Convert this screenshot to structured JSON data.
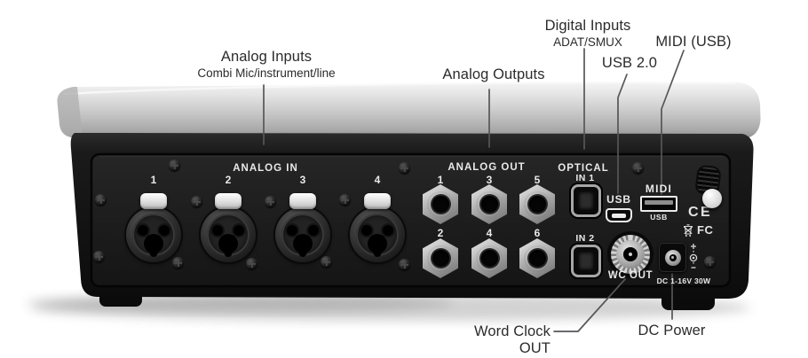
{
  "annotations": {
    "analog_inputs": {
      "title": "Analog Inputs",
      "subtitle": "Combi Mic/instrument/line"
    },
    "analog_outputs": {
      "title": "Analog Outputs"
    },
    "digital_inputs": {
      "title": "Digital Inputs",
      "subtitle": "ADAT/SMUX"
    },
    "usb2": {
      "title": "USB 2.0"
    },
    "midi_usb": {
      "title": "MIDI (USB)"
    },
    "word_clock_out": {
      "title": "Word Clock OUT"
    },
    "dc_power": {
      "title": "DC Power"
    }
  },
  "panel": {
    "analog_in": {
      "heading": "ANALOG IN",
      "jack_numbers": [
        "1",
        "2",
        "3",
        "4"
      ]
    },
    "analog_out": {
      "heading": "ANALOG OUT",
      "row1_numbers": [
        "1",
        "3",
        "5"
      ],
      "row2_numbers": [
        "2",
        "4",
        "6"
      ]
    },
    "optical": {
      "heading": "OPTICAL",
      "in1_label": "IN 1",
      "in2_label": "IN 2"
    },
    "usb_mini": {
      "label": "USB"
    },
    "midi": {
      "label": "MIDI",
      "sublabel": "USB"
    },
    "word_clock": {
      "label": "WC OUT"
    },
    "dc": {
      "label": "DC 1-16V 30W"
    },
    "marks": {
      "ce": "CE",
      "fcc": "FC"
    }
  },
  "colors": {
    "background": "#ffffff",
    "annotation_text": "#2b2b2b",
    "leader_line": "#55565a",
    "silver_top": "#c9c9c9",
    "body_black": "#141414",
    "panel_black": "#1c1c1c",
    "panel_text": "#e9e9e9"
  }
}
